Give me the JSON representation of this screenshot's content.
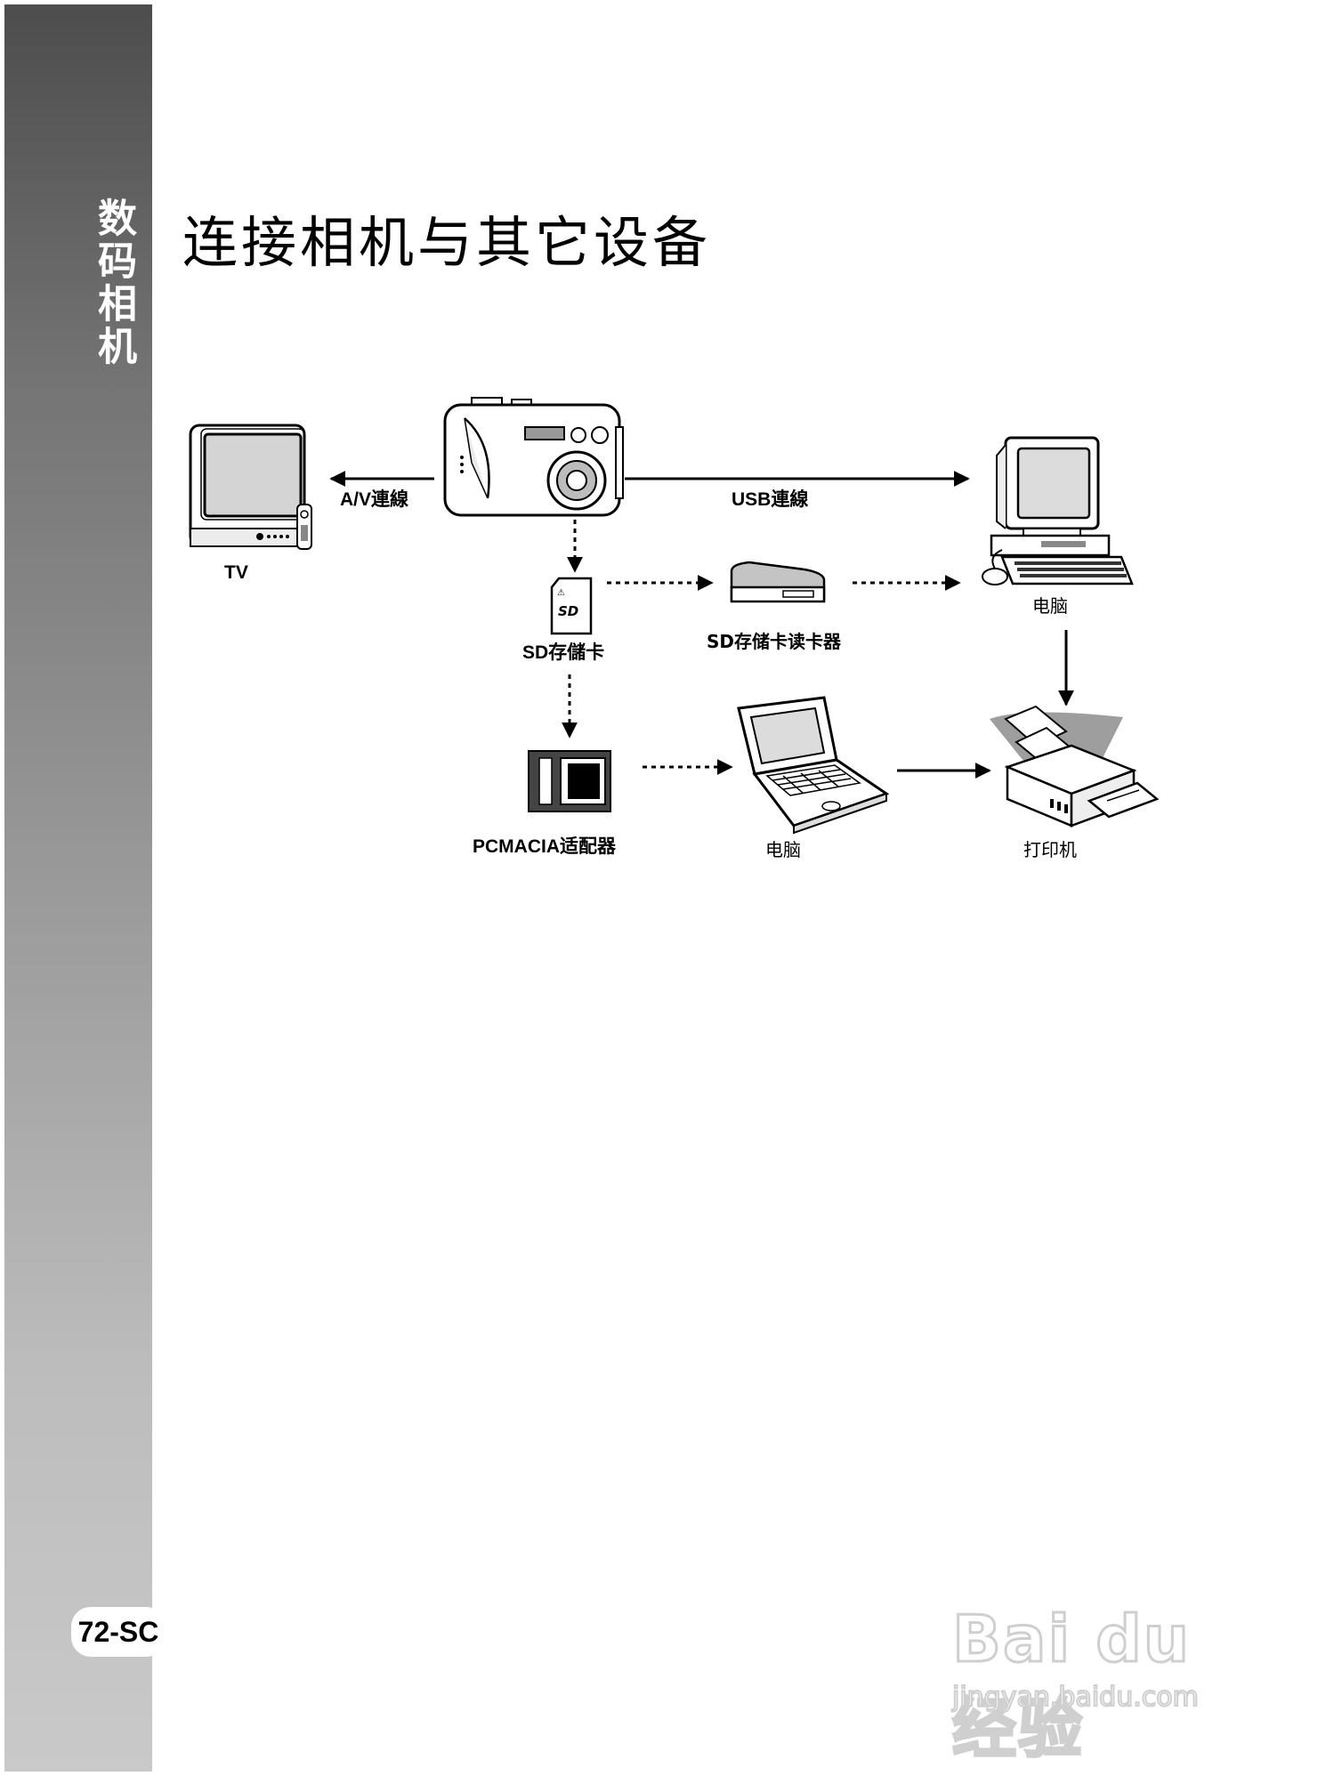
{
  "sidebar": {
    "label": "数码相机"
  },
  "page": {
    "number": "72-SC",
    "title": "连接相机与其它设备"
  },
  "diagram": {
    "tv_label": "TV",
    "av_cable_label": "A/V連線",
    "usb_cable_label": "USB連線",
    "sd_card_label": "SD存儲卡",
    "sd_card_logo": "SD",
    "card_reader_label": "SD存储卡读卡器",
    "desktop_label": "电脑",
    "pcmcia_label": "PCMACIA适配器",
    "laptop_label": "电脑",
    "printer_label": "打印机"
  },
  "watermark": {
    "brand": "Bai du 经验",
    "url": "jingyan.baidu.com"
  }
}
